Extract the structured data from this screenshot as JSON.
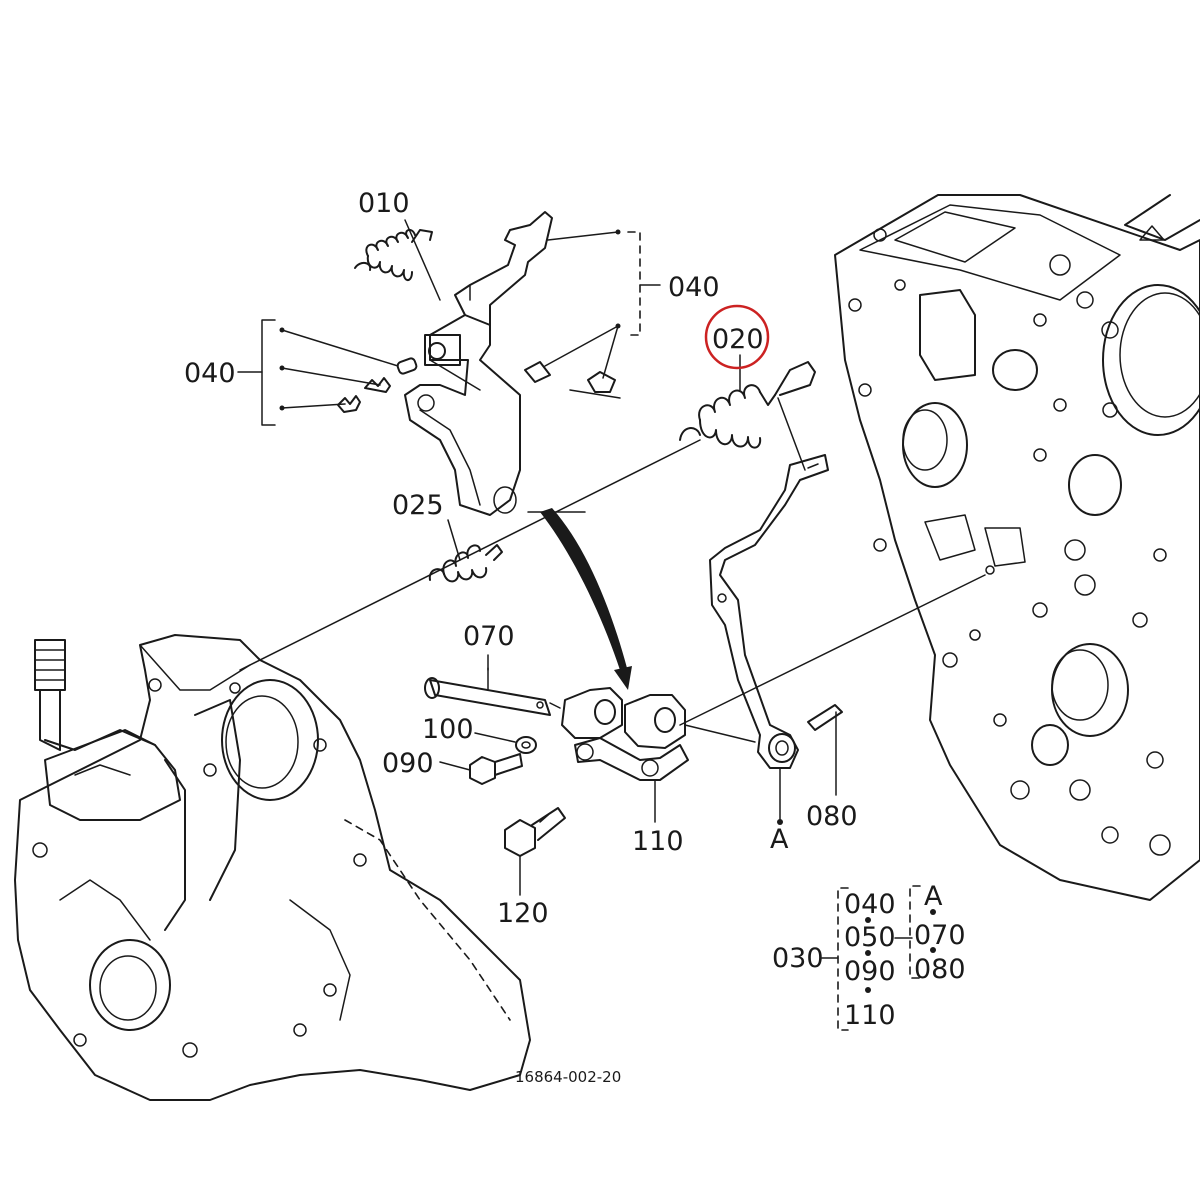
{
  "callouts": [
    {
      "key": "p010",
      "text": "010"
    },
    {
      "key": "p040a",
      "text": "040"
    },
    {
      "key": "p040b",
      "text": "040"
    },
    {
      "key": "p020",
      "text": "020"
    },
    {
      "key": "p025",
      "text": "025"
    },
    {
      "key": "p070",
      "text": "070"
    },
    {
      "key": "p100",
      "text": "100"
    },
    {
      "key": "p090",
      "text": "090"
    },
    {
      "key": "p110",
      "text": "110"
    },
    {
      "key": "p080",
      "text": "080"
    },
    {
      "key": "pA",
      "text": "A"
    },
    {
      "key": "p120",
      "text": "120"
    }
  ],
  "highlight": {
    "callout": "020",
    "color": "#cc2222"
  },
  "assembly_table": {
    "parent": "030",
    "group_1": [
      "040",
      "050",
      "090",
      "110"
    ],
    "group_2_head": "A",
    "group_2": [
      "070",
      "080"
    ]
  },
  "drawing_number": "16864-002-20"
}
